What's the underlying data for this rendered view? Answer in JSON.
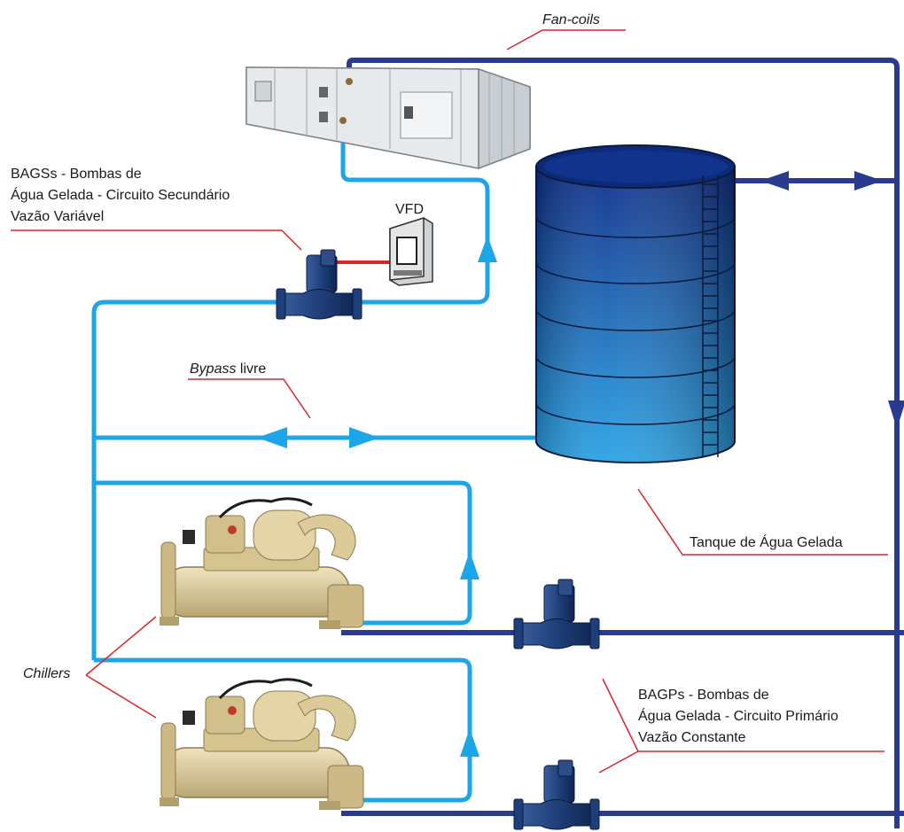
{
  "labels": {
    "fan_coils": "Fan-coils",
    "bagss_line1": "BAGSs - Bombas de",
    "bagss_line2": "Água Gelada - Circuito Secundário",
    "bagss_line3": "Vazão Variável",
    "vfd": "VFD",
    "bypass_italic": "Bypass",
    "bypass_rest": "livre",
    "tank": "Tanque de Água Gelada",
    "chillers": "Chillers",
    "bagps_line1": "BAGPs - Bombas de",
    "bagps_line2": "Água Gelada - Circuito Primário",
    "bagps_line3": "Vazão Constante"
  },
  "colors": {
    "secondary_pipe": "#1ca6e8",
    "primary_pipe": "#2a3a8f",
    "leader_line": "#d9252a",
    "tank_top": "#0f2f8a",
    "tank_bottom": "#2aa4e6",
    "chiller_body": "#d9c89a",
    "pump_body": "#1f3f7a",
    "fancoil_body": "#dfe3e6"
  }
}
